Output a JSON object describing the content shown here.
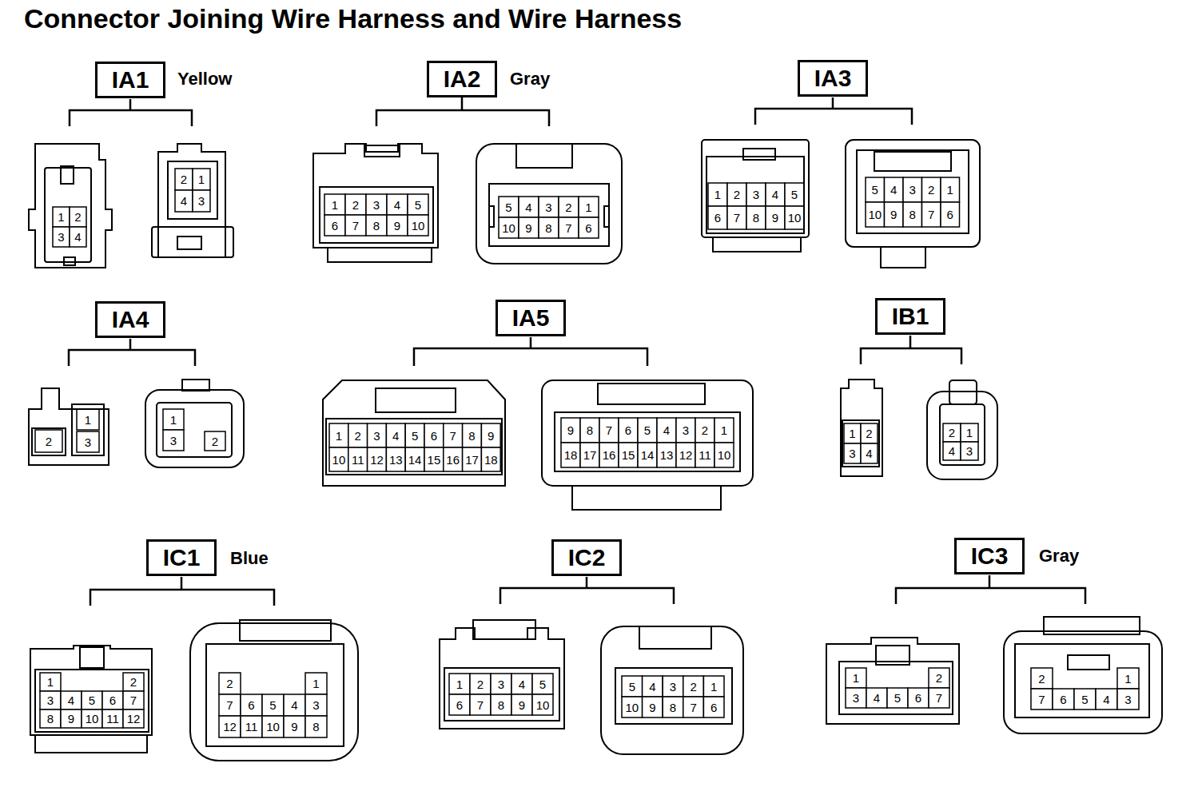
{
  "diagram": {
    "title": "Connector Joining Wire Harness and Wire Harness",
    "nodes": [
      {
        "text": [
          "IA1"
        ]
      },
      {
        "text": [
          "IA2"
        ]
      },
      {
        "text": [
          "IA3"
        ]
      },
      {
        "text": [
          "IA4"
        ]
      },
      {
        "text": [
          "IA5"
        ]
      },
      {
        "text": [
          "IB1"
        ]
      },
      {
        "text": [
          "IC1"
        ]
      },
      {
        "text": [
          "IC2"
        ]
      },
      {
        "text": [
          "IC3"
        ]
      }
    ],
    "labels": [
      "Yellow",
      "1",
      "2",
      "3",
      "4",
      "2",
      "1",
      "4",
      "3",
      "Gray",
      "1",
      "2",
      "3",
      "4",
      "5",
      "6",
      "7",
      "8",
      "9",
      "10",
      "5",
      "4",
      "3",
      "2",
      "1",
      "10",
      "9",
      "8",
      "7",
      "6",
      "1",
      "2",
      "3",
      "4",
      "5",
      "6",
      "7",
      "8",
      "9",
      "10",
      "5",
      "4",
      "3",
      "2",
      "1",
      "10",
      "9",
      "8",
      "7",
      "6",
      "1",
      "2",
      "3",
      "1",
      "3",
      "2",
      "1",
      "2",
      "3",
      "4",
      "5",
      "6",
      "7",
      "8",
      "9",
      "10",
      "11",
      "12",
      "13",
      "14",
      "15",
      "16",
      "17",
      "18",
      "9",
      "8",
      "7",
      "6",
      "5",
      "4",
      "3",
      "2",
      "1",
      "18",
      "17",
      "16",
      "15",
      "14",
      "13",
      "12",
      "11",
      "10",
      "1",
      "2",
      "3",
      "4",
      "2",
      "1",
      "4",
      "3",
      "Blue",
      "1",
      "2",
      "3",
      "4",
      "5",
      "6",
      "7",
      "8",
      "9",
      "10",
      "11",
      "12",
      "2",
      "1",
      "7",
      "6",
      "5",
      "4",
      "3",
      "12",
      "11",
      "10",
      "9",
      "8",
      "1",
      "2",
      "3",
      "4",
      "5",
      "6",
      "7",
      "8",
      "9",
      "10",
      "5",
      "4",
      "3",
      "2",
      "1",
      "10",
      "9",
      "8",
      "7",
      "6",
      "Gray",
      "1",
      "2",
      "3",
      "4",
      "5",
      "6",
      "7",
      "2",
      "1",
      "7",
      "6",
      "5",
      "4",
      "3"
    ]
  }
}
